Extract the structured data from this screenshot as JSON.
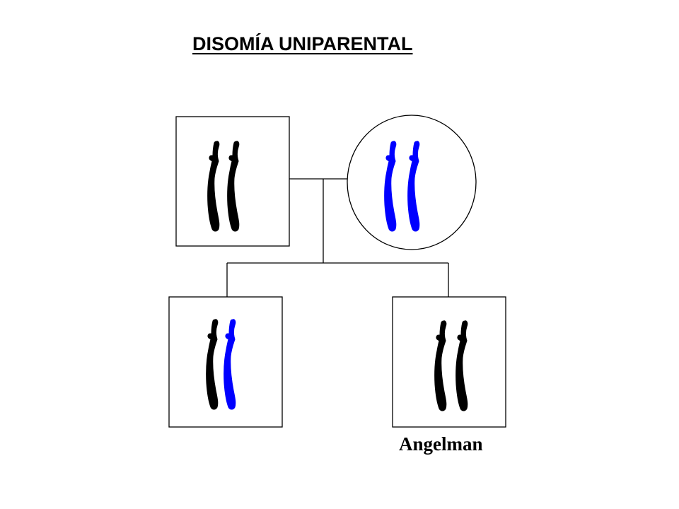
{
  "title": "DISOMÍA UNIPARENTAL",
  "affected_label": "Angelman",
  "colors": {
    "paternal_chromosome": "#000000",
    "maternal_chromosome": "#0000ff",
    "outline": "#000000",
    "background": "#ffffff"
  },
  "individuals": [
    {
      "id": "father",
      "shape": "square",
      "chromosomes": [
        "paternal",
        "paternal"
      ]
    },
    {
      "id": "mother",
      "shape": "circle",
      "chromosomes": [
        "maternal",
        "maternal"
      ]
    },
    {
      "id": "child-normal",
      "shape": "square",
      "chromosomes": [
        "paternal",
        "maternal"
      ]
    },
    {
      "id": "child-angelman",
      "shape": "square",
      "chromosomes": [
        "paternal",
        "paternal"
      ]
    }
  ]
}
